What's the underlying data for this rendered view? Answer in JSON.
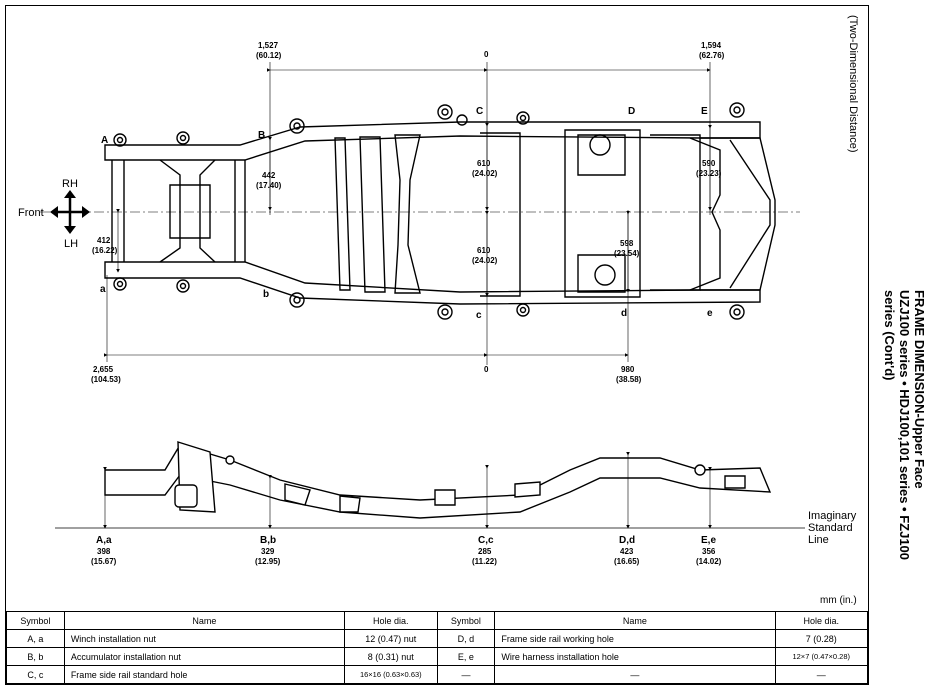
{
  "title_lines": [
    "FRAME DIMENSION-Upper Face",
    "UZJ100 series • HDJ100,101 series • FZJ100",
    "series (Cont'd)"
  ],
  "subtitle": "(Two-Dimensional Distance)",
  "directions": {
    "rh": "RH",
    "lh": "LH",
    "front": "Front"
  },
  "points_top": {
    "A": "A",
    "B": "B",
    "C": "C",
    "D": "D",
    "E": "E",
    "a": "a",
    "b": "b",
    "c": "c",
    "d": "d",
    "e": "e"
  },
  "dims_top": {
    "d1527": "1,527",
    "d1527i": "(60.12)",
    "zero_top": "0",
    "d1594": "1,594",
    "d1594i": "(62.76)",
    "d442": "442",
    "d442i": "(17.40)",
    "d412": "412",
    "d412i": "(16.22)",
    "d610a": "610",
    "d610ai": "(24.02)",
    "d610b": "610",
    "d610bi": "(24.02)",
    "d590": "590",
    "d590i": "(23.23)",
    "d598": "598",
    "d598i": "(23.54)",
    "d2655": "2,655",
    "d2655i": "(104.53)",
    "zero_bot": "0",
    "d980": "980",
    "d980i": "(38.58)"
  },
  "side_points": [
    {
      "id": "A,a",
      "v": "398",
      "i": "(15.67)"
    },
    {
      "id": "B,b",
      "v": "329",
      "i": "(12.95)"
    },
    {
      "id": "C,c",
      "v": "285",
      "i": "(11.22)"
    },
    {
      "id": "D,d",
      "v": "423",
      "i": "(16.65)"
    },
    {
      "id": "E,e",
      "v": "356",
      "i": "(14.02)"
    }
  ],
  "imaginary": [
    "Imaginary",
    "Standard",
    "Line"
  ],
  "unit": "mm (in.)",
  "legend": {
    "headers": [
      "Symbol",
      "Name",
      "Hole dia.",
      "Symbol",
      "Name",
      "Hole dia."
    ],
    "rows": [
      [
        "A, a",
        "Winch installation nut",
        "12 (0.47) nut",
        "D, d",
        "Frame side rail working hole",
        "7 (0.28)"
      ],
      [
        "B, b",
        "Accumulator installation nut",
        "8 (0.31) nut",
        "E, e",
        "Wire harness installation hole",
        "12×7 (0.47×0.28)"
      ],
      [
        "C, c",
        "Frame side rail standard hole",
        "16×16 (0.63×0.63)",
        "—",
        "—",
        "—"
      ]
    ]
  }
}
